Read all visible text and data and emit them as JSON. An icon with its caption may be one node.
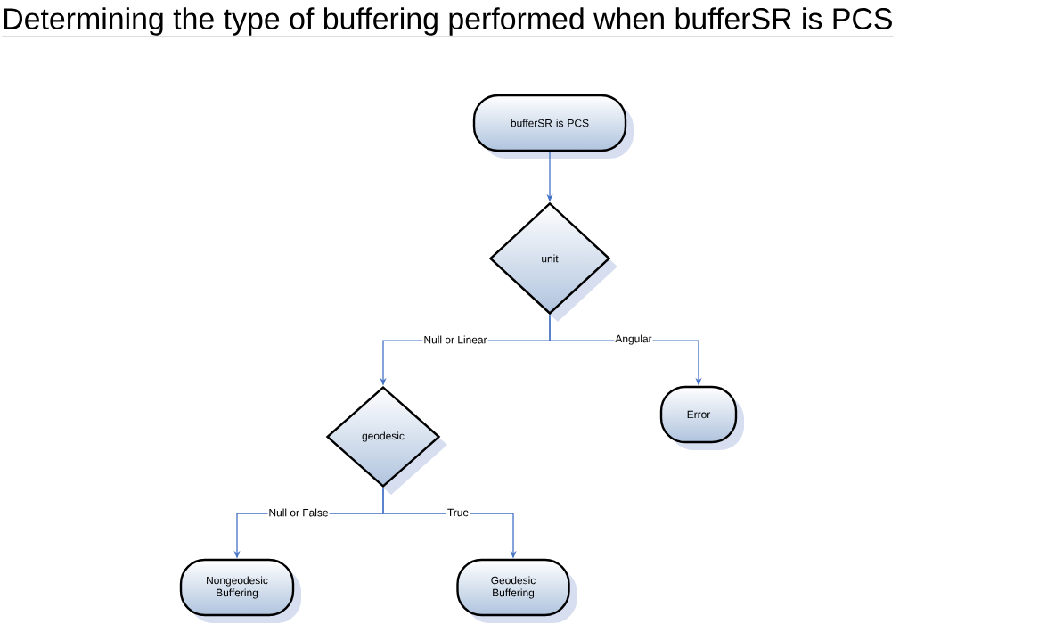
{
  "diagram": {
    "title": "Determining the type of buffering performed when bufferSR is PCS",
    "nodes": [
      {
        "text": [
          "bufferSR is PCS"
        ]
      },
      {
        "text": [
          "unit"
        ]
      },
      {
        "text": [
          "geodesic"
        ]
      },
      {
        "text": [
          "Error"
        ]
      },
      {
        "text": [
          "Nongeodesic Buffering"
        ]
      },
      {
        "text": [
          "Geodesic Buffering"
        ]
      }
    ],
    "edges": [
      {
        "from": 0,
        "to": 1,
        "arrow": "to"
      },
      {
        "from": 1,
        "to": 2,
        "arrow": "to",
        "label": "Null or Linear"
      },
      {
        "from": 1,
        "to": 3,
        "arrow": "to",
        "label": "Angular"
      },
      {
        "from": 2,
        "to": 4,
        "arrow": "to",
        "label": "Null or False"
      },
      {
        "from": 2,
        "to": 5,
        "arrow": "to",
        "label": "True"
      }
    ]
  }
}
